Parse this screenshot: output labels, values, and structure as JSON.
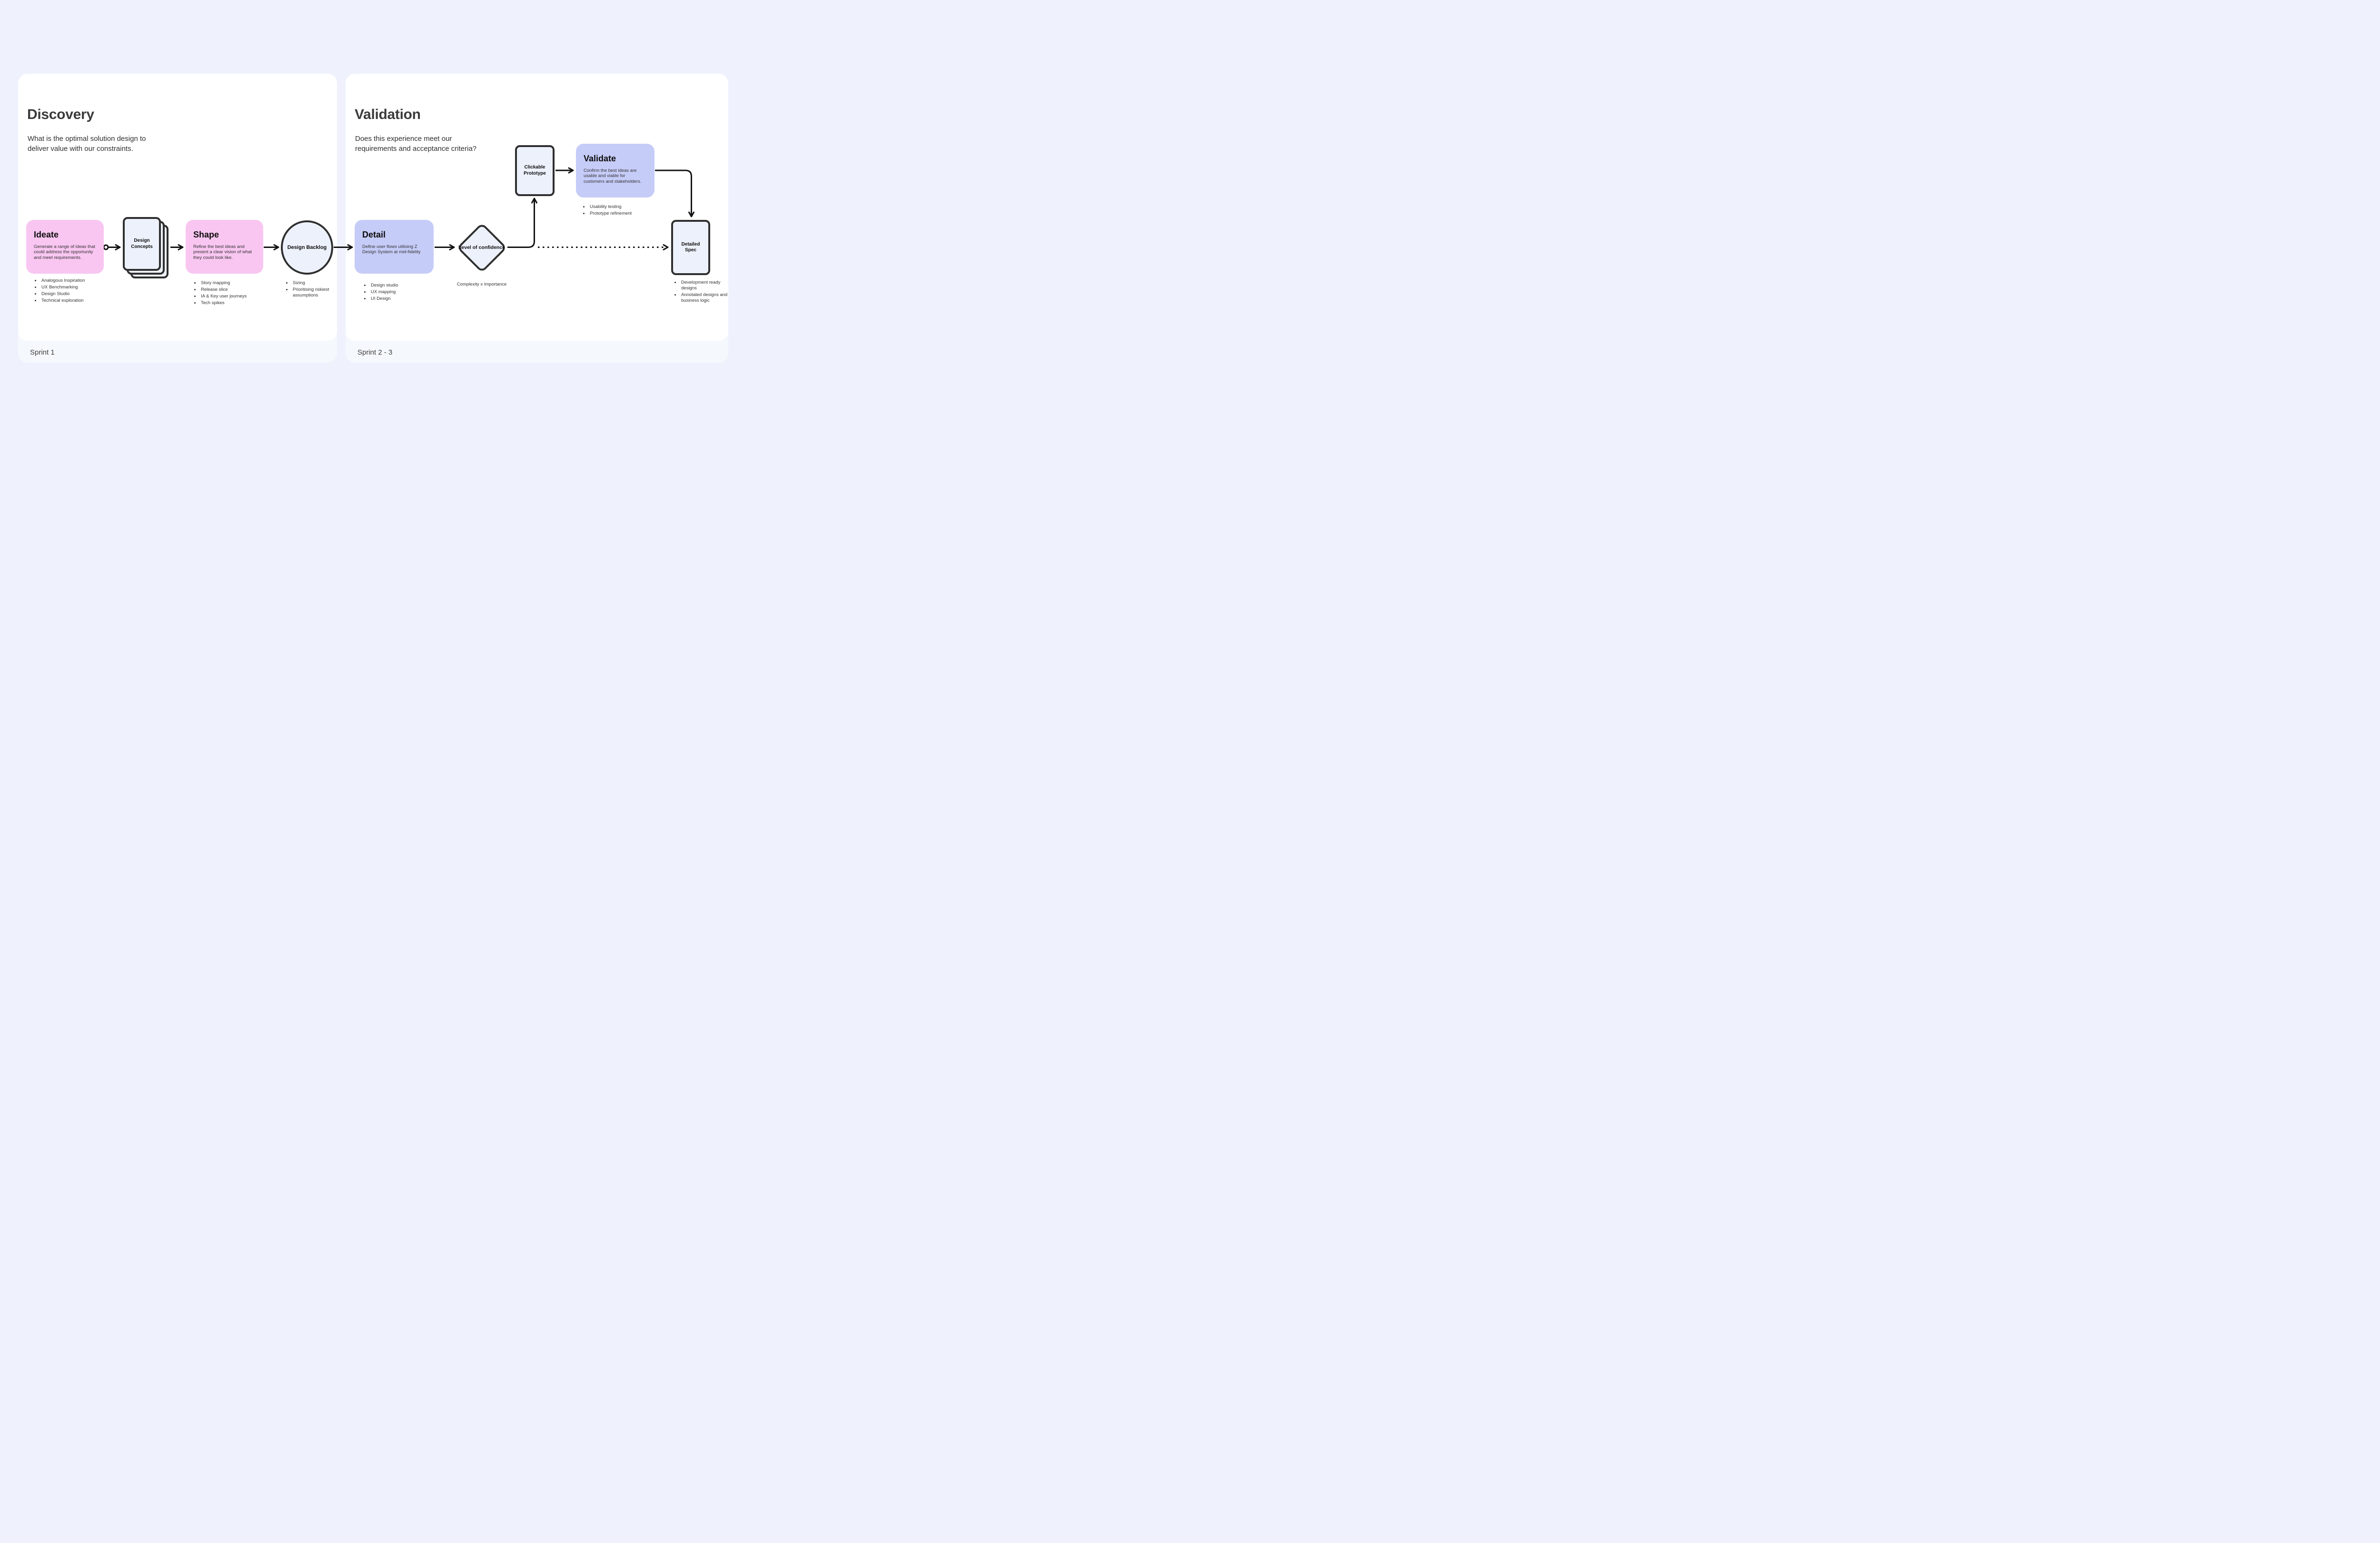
{
  "discovery": {
    "title": "Discovery",
    "subtitle": "What is the optimal solution design to deliver value with our constraints.",
    "sprint": "Sprint 1",
    "ideate": {
      "title": "Ideate",
      "desc": "Generate a range of ideas that could address the opportunity and meet requirements.",
      "bullets": [
        "Analogous Inspiration",
        "UX Benchmarking",
        "Design Studio",
        "Technical exploration"
      ]
    },
    "design_concepts": {
      "label": "Design Concepts"
    },
    "shape": {
      "title": "Shape",
      "desc": "Refine the best ideas and present a clear vision of what they could look like.",
      "bullets": [
        "Story mapping",
        "Release slice",
        "IA & Key user journeys",
        "Tech spikes"
      ]
    },
    "design_backlog": {
      "label": "Design Backlog",
      "bullets": [
        "Sizing",
        "Prioritising riskiest assumptions"
      ]
    }
  },
  "validation": {
    "title": "Validation",
    "subtitle": "Does this experience meet our requirements and acceptance criteria?",
    "sprint": "Sprint 2 - 3",
    "detail": {
      "title": "Detail",
      "desc": "Define user flows utilising Z Design System at mid-fidelity",
      "bullets": [
        "Design studio",
        "UX mapping",
        "UI Design"
      ]
    },
    "confidence": {
      "label": "Level of confidence",
      "caption": "Complexity x Importance"
    },
    "clickable_prototype": {
      "label": "Clickable Prototype"
    },
    "validate": {
      "title": "Validate",
      "desc": "Confirm the best ideas are usable and viable for customers and stakeholders.",
      "bullets": [
        "Usability testing",
        "Prototype refinement"
      ]
    },
    "detailed_spec": {
      "label": "Detailed Spec",
      "bullets": [
        "Development ready designs",
        "Annotated designs and business logic"
      ]
    }
  },
  "colors": {
    "page_background": "#eff2fc",
    "panel": "#ffffff",
    "panel_footer": "#f5f8fc",
    "pink_node": "#f9c6f1",
    "purple_node": "#c6ccf8",
    "light_node": "#edf1fb",
    "stroke": "#2f2f2f",
    "connector": "#121212"
  }
}
